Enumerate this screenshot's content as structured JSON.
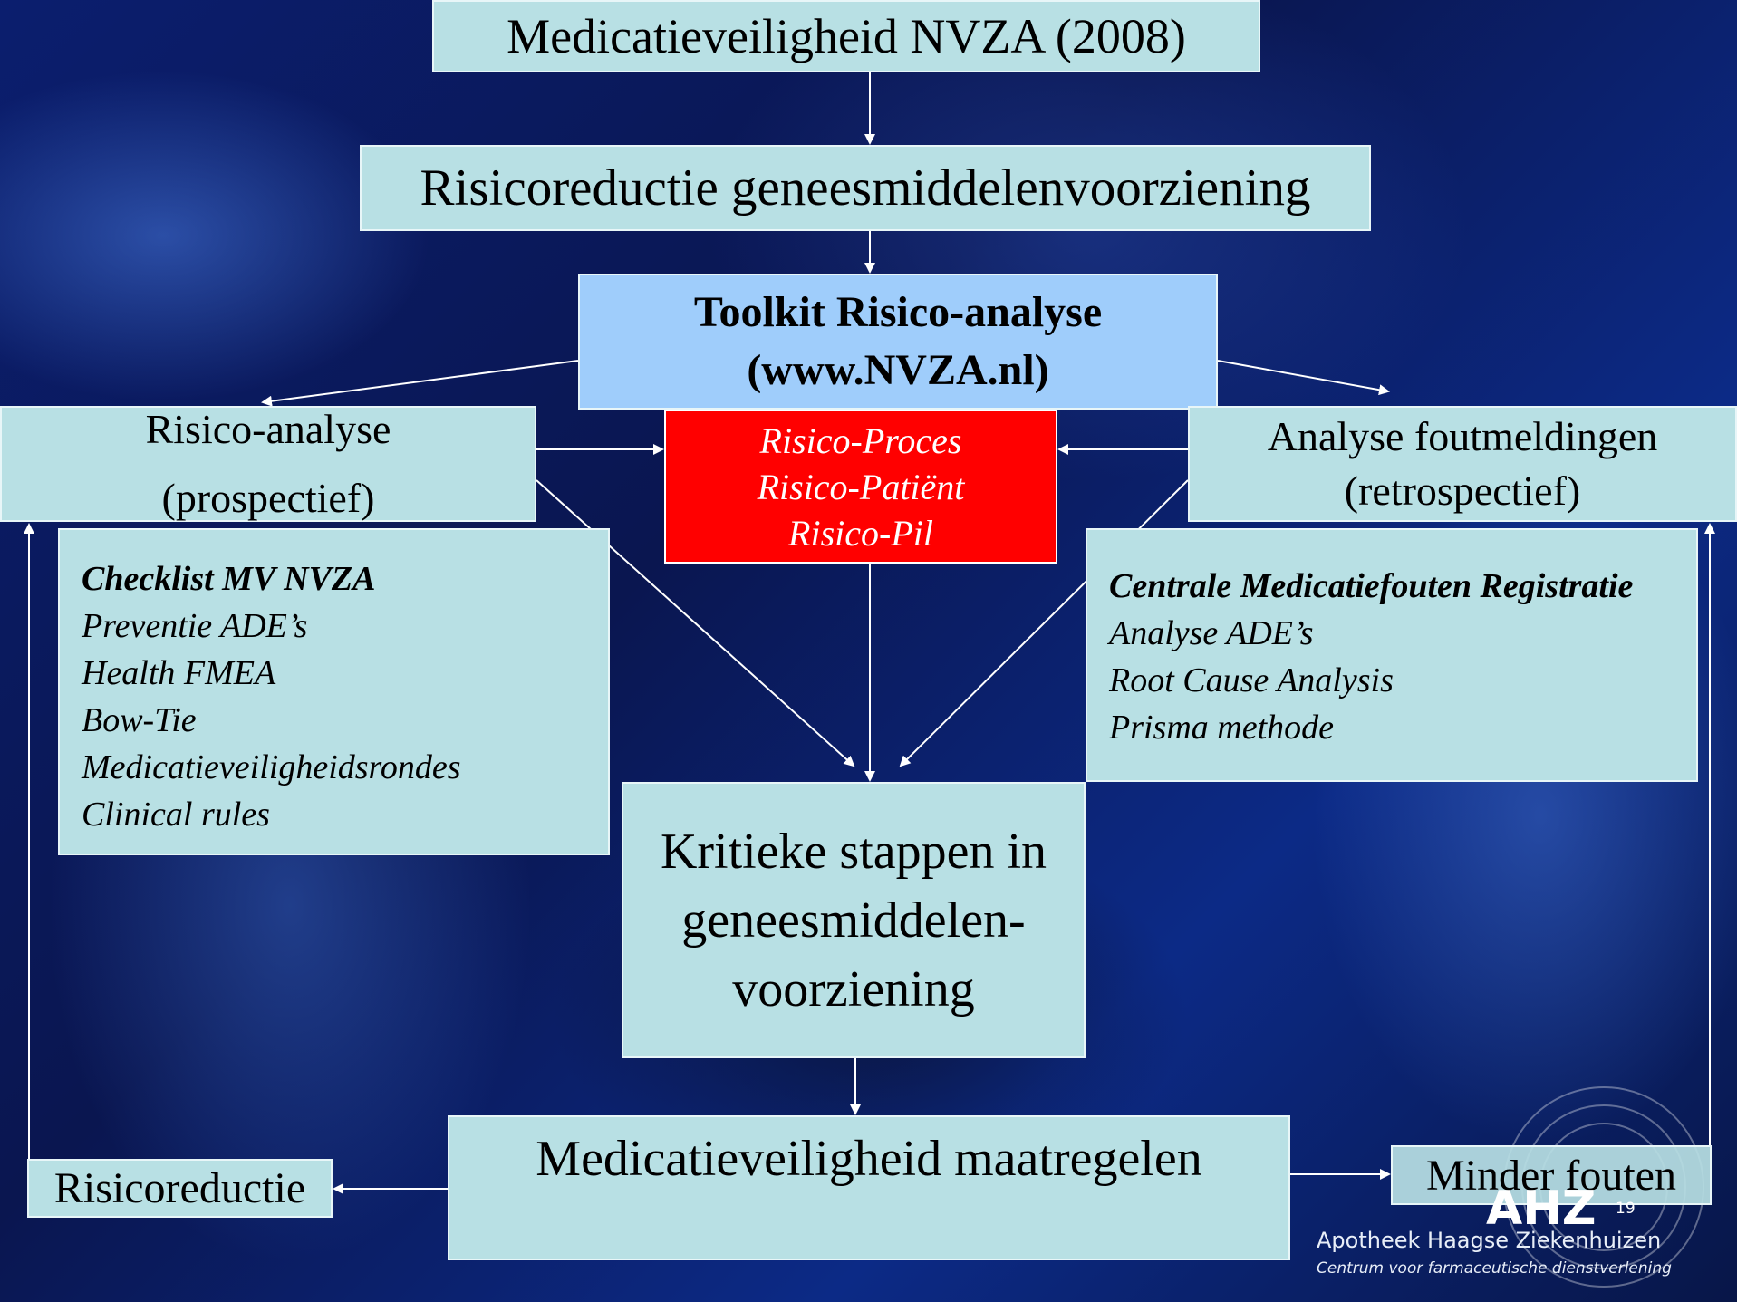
{
  "diagram": {
    "title": "Medicatieveiligheid NVZA (2008)",
    "risicoreductie_header": "Risicoreductie geneesmiddelenvoorziening",
    "toolkit": {
      "line1": "Toolkit Risico-analyse",
      "line2": "(www.NVZA.nl)"
    },
    "risks": [
      "Risico-Proces",
      "Risico-Patiënt",
      "Risico-Pil"
    ],
    "left": {
      "line1": "Risico-analyse",
      "line2": "(prospectief)",
      "items": [
        "Checklist MV NVZA",
        "Preventie ADE’s",
        "Health FMEA",
        "Bow-Tie",
        "Medicatieveiligheidsrondes",
        "Clinical rules"
      ]
    },
    "right": {
      "line1": "Analyse foutmeldingen",
      "line2": "(retrospectief)",
      "items": [
        "Centrale Medicatiefouten Registratie",
        "Analyse ADE’s",
        "Root Cause Analysis",
        "Prisma methode"
      ]
    },
    "kritiek": {
      "line1": "Kritieke stappen in",
      "line2": "geneesmiddelen-",
      "line3": "voorziening"
    },
    "maatregelen": "Medicatieveiligheid maatregelen",
    "risicoreductie": "Risicoreductie",
    "minder_fouten": "Minder fouten"
  },
  "footer": {
    "logo_mark": "AHZ",
    "logo_name": "Apotheek Haagse Ziekenhuizen",
    "logo_sub": "Centrum voor farmaceutische dienstverlening",
    "page_number": "19"
  },
  "colors": {
    "box_fill": "#b8e0e4",
    "toolkit_fill": "#9fcdfb",
    "risk_fill": "#ff0000",
    "background": "#0a1a55"
  }
}
